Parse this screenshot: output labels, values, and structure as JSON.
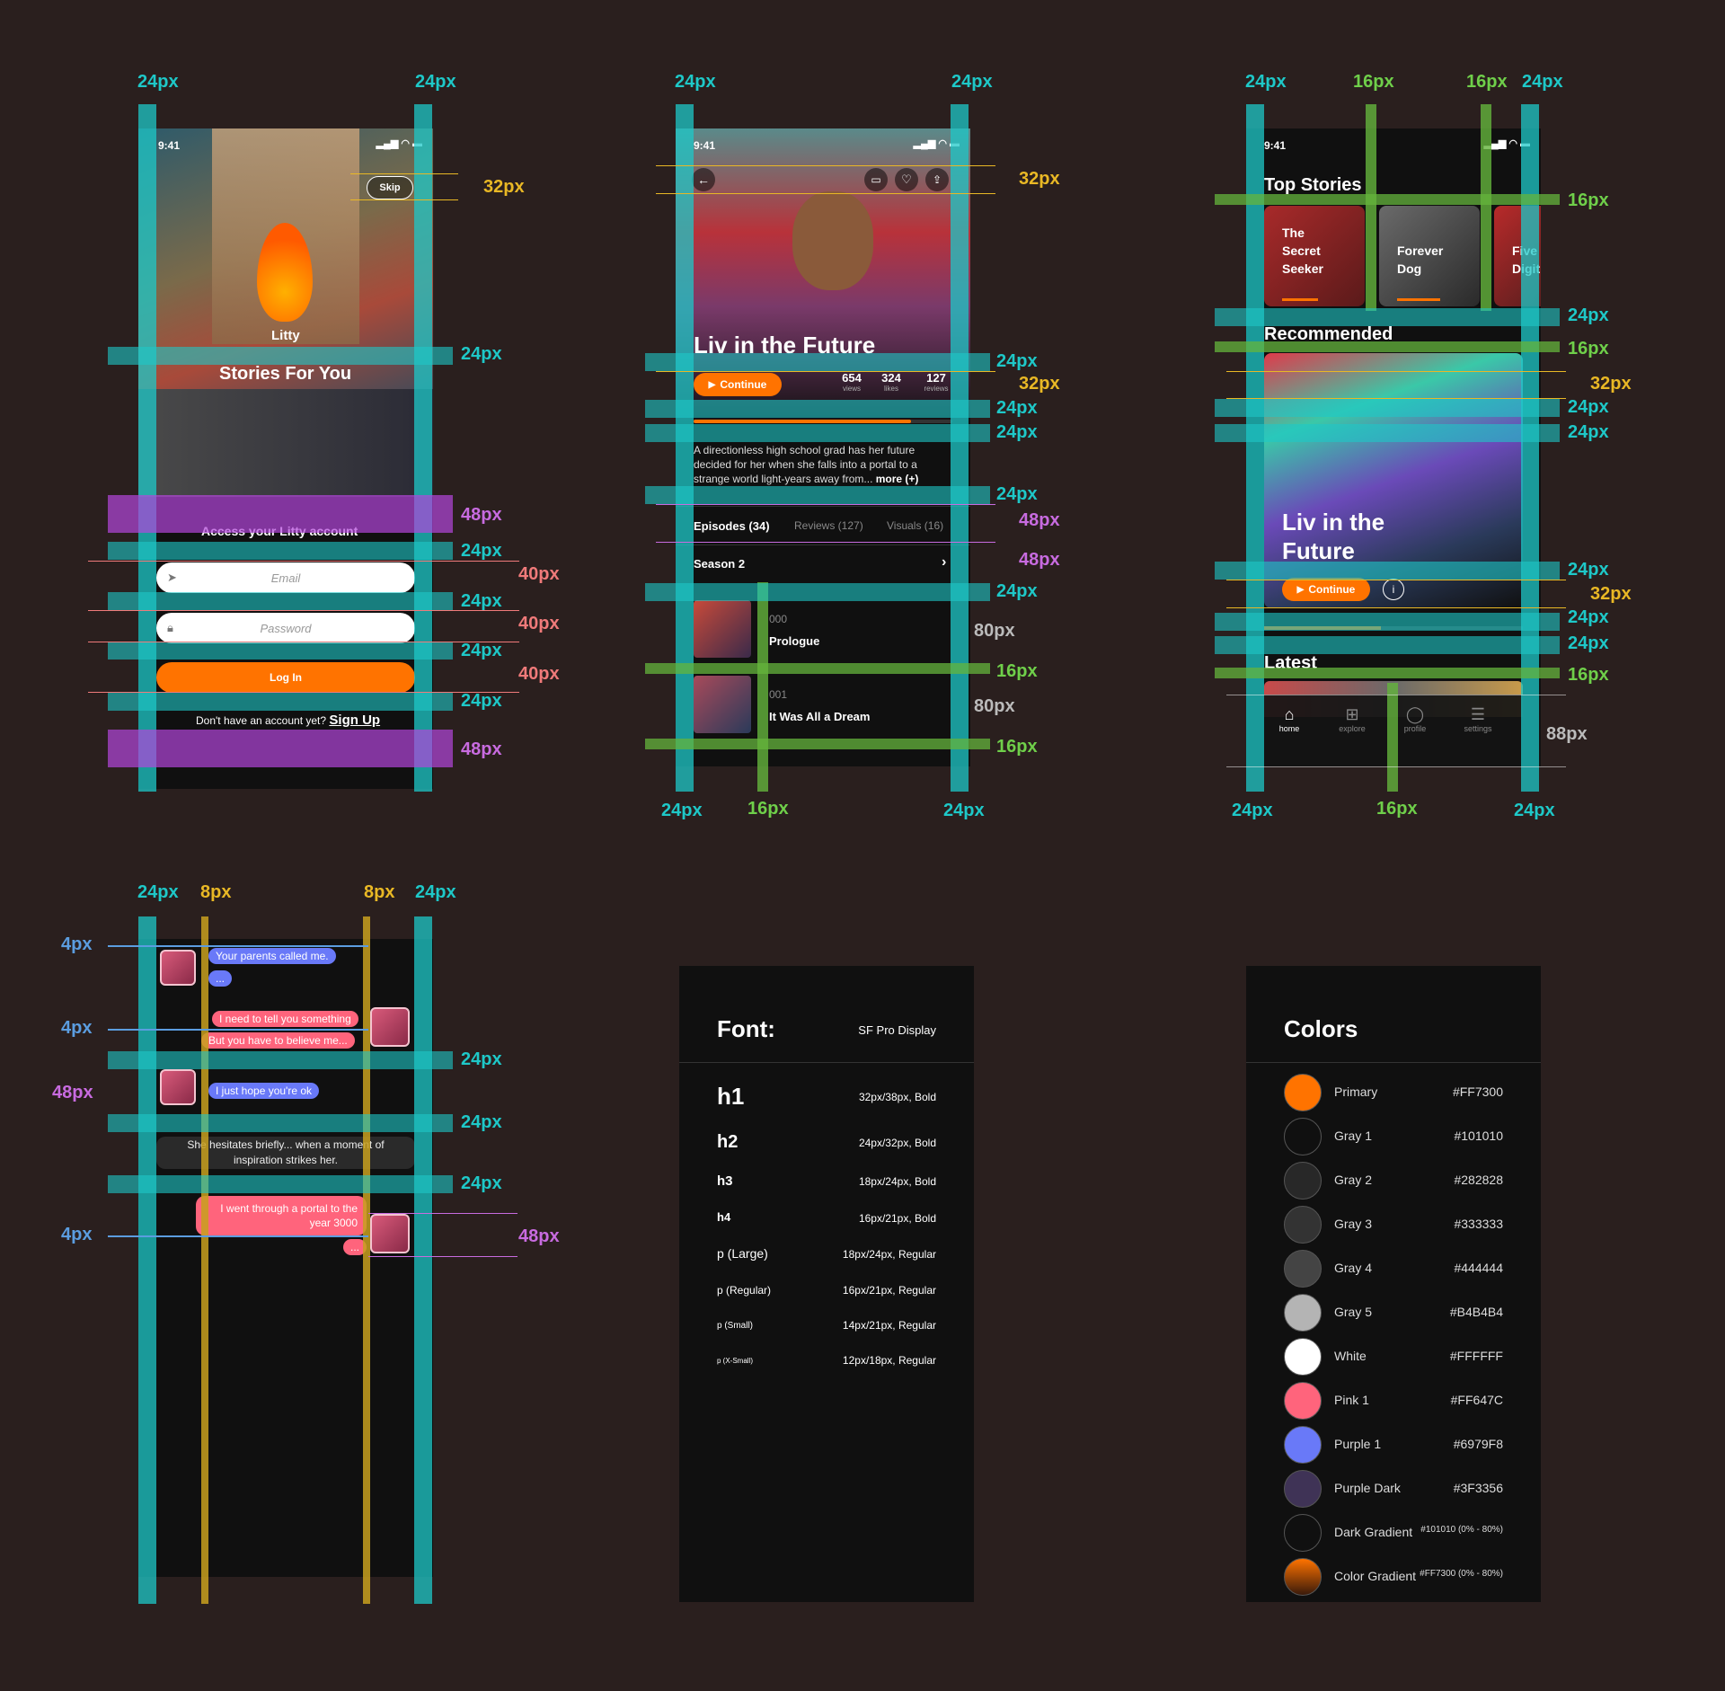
{
  "labels": {
    "px24": "24px",
    "px16": "16px",
    "px32": "32px",
    "px48": "48px",
    "px40": "40px",
    "px80": "80px",
    "px88": "88px",
    "px8": "8px",
    "px4": "4px"
  },
  "status": {
    "time": "9:41"
  },
  "login": {
    "skip": "Skip",
    "brand": "Litty",
    "headline": "Stories For You",
    "access": "Access your Litty account",
    "email_placeholder": "Email",
    "password_placeholder": "Password",
    "login_button": "Log In",
    "signup_prompt": "Don't have an account yet?",
    "signup_link": "Sign Up"
  },
  "detail": {
    "title": "Liv in the Future",
    "continue": "Continue",
    "stats": [
      {
        "value": "654",
        "label": "views"
      },
      {
        "value": "324",
        "label": "likes"
      },
      {
        "value": "127",
        "label": "reviews"
      }
    ],
    "description": "A directionless high school grad has her future decided for her when she falls into a portal to a strange world light-years away from...",
    "more": "more (+)",
    "tabs": [
      "Episodes (34)",
      "Reviews (127)",
      "Visuals (16)"
    ],
    "season": "Season 2",
    "episodes": [
      {
        "num": "000",
        "title": "Prologue"
      },
      {
        "num": "001",
        "title": "It Was All a Dream"
      }
    ]
  },
  "home": {
    "top_stories": "Top Stories",
    "stories": [
      "The Secret Seeker",
      "Forever Dog",
      "Five Digit"
    ],
    "recommended": "Recommended",
    "feature_title": "Liv in the Future",
    "continue": "Continue",
    "latest": "Latest",
    "nav": [
      {
        "label": "home",
        "icon": "home-icon"
      },
      {
        "label": "explore",
        "icon": "grid-icon"
      },
      {
        "label": "profile",
        "icon": "user-icon"
      },
      {
        "label": "settings",
        "icon": "sliders-icon"
      }
    ]
  },
  "chat": {
    "m1": "Your parents called me.",
    "m2": "...",
    "m3": "I need to tell you something",
    "m4": "But you have to believe me...",
    "m5": "I just hope you're ok",
    "narration": "She hesitates briefly... when a moment of inspiration strikes her.",
    "m6": "I went through a portal to the year 3000",
    "m7": "..."
  },
  "font": {
    "title": "Font:",
    "family": "SF Pro Display",
    "rows": [
      {
        "name": "h1",
        "spec": "32px/38px, Bold"
      },
      {
        "name": "h2",
        "spec": "24px/32px, Bold"
      },
      {
        "name": "h3",
        "spec": "18px/24px, Bold"
      },
      {
        "name": "h4",
        "spec": "16px/21px, Bold"
      },
      {
        "name": "p (Large)",
        "spec": "18px/24px, Regular"
      },
      {
        "name": "p (Regular)",
        "spec": "16px/21px, Regular"
      },
      {
        "name": "p (Small)",
        "spec": "14px/21px, Regular"
      },
      {
        "name": "p (X-Small)",
        "spec": "12px/18px, Regular"
      }
    ]
  },
  "colors": {
    "title": "Colors",
    "rows": [
      {
        "name": "Primary",
        "value": "#FF7300",
        "swatch": "#FF7300"
      },
      {
        "name": "Gray 1",
        "value": "#101010",
        "swatch": "#101010"
      },
      {
        "name": "Gray 2",
        "value": "#282828",
        "swatch": "#282828"
      },
      {
        "name": "Gray 3",
        "value": "#333333",
        "swatch": "#333333"
      },
      {
        "name": "Gray 4",
        "value": "#444444",
        "swatch": "#444444"
      },
      {
        "name": "Gray 5",
        "value": "#B4B4B4",
        "swatch": "#B4B4B4"
      },
      {
        "name": "White",
        "value": "#FFFFFF",
        "swatch": "#FFFFFF"
      },
      {
        "name": "Pink 1",
        "value": "#FF647C",
        "swatch": "#FF647C"
      },
      {
        "name": "Purple 1",
        "value": "#6979F8",
        "swatch": "#6979F8"
      },
      {
        "name": "Purple Dark",
        "value": "#3F3356",
        "swatch": "#3F3356"
      },
      {
        "name": "Dark Gradient",
        "value": "#101010 (0% - 80%)",
        "swatch": "#101010"
      },
      {
        "name": "Color Gradient",
        "value": "#FF7300 (0% - 80%)",
        "swatch": "#FF7300"
      }
    ]
  }
}
